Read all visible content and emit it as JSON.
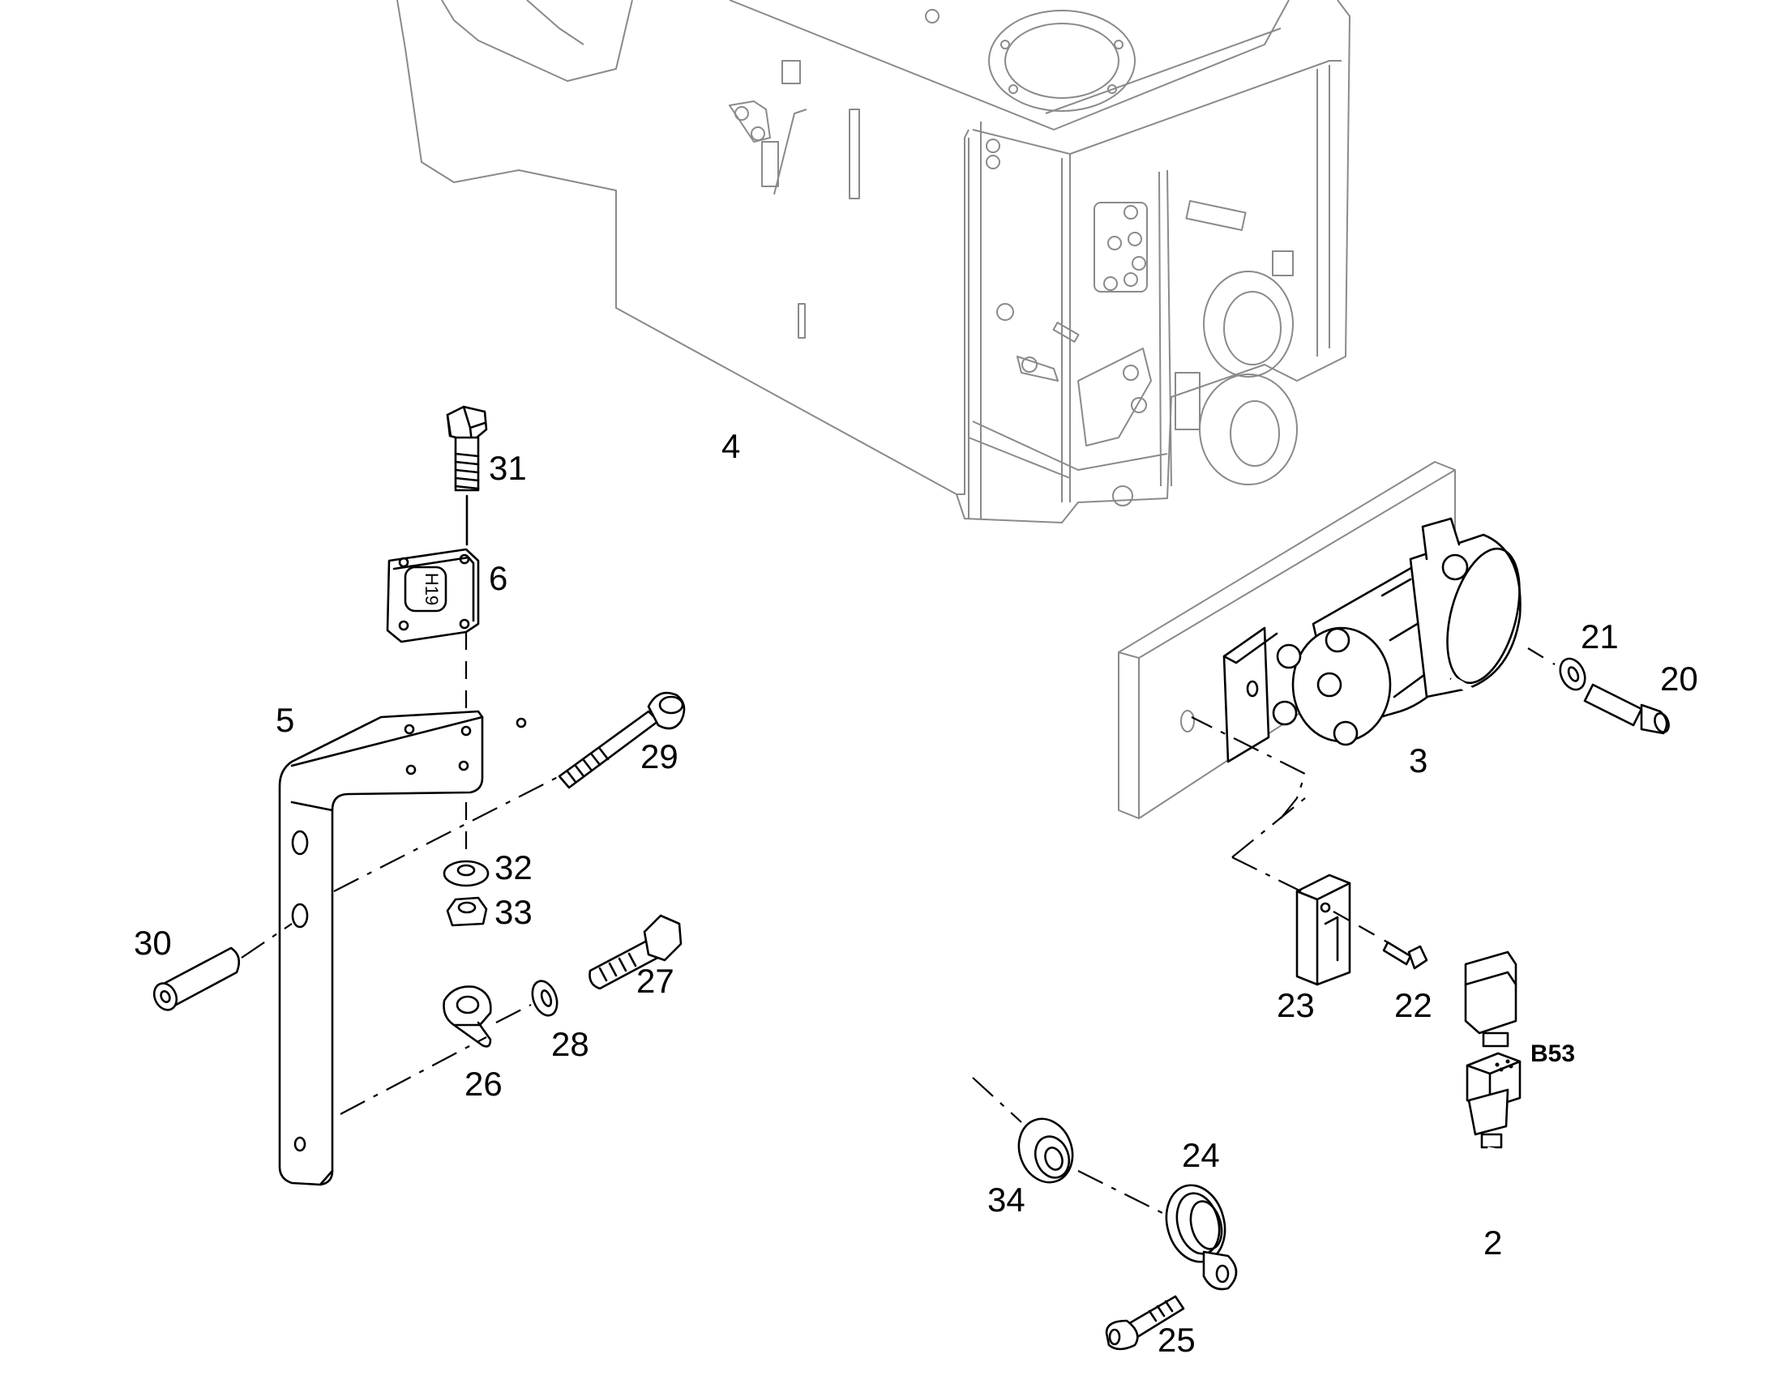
{
  "diagram": {
    "part_labels": {
      "p2": "2",
      "p3": "3",
      "p4": "4",
      "p5": "5",
      "p6": "6",
      "p20": "20",
      "p21": "21",
      "p22": "22",
      "p23": "23",
      "p24": "24",
      "p25": "25",
      "p26": "26",
      "p27": "27",
      "p28": "28",
      "p29": "29",
      "p30": "30",
      "p31": "31",
      "p32": "32",
      "p33": "33",
      "p34": "34"
    },
    "connector_label": "B53",
    "plate_marking": "H19"
  },
  "colors": {
    "line": "#000000",
    "frame_line": "#8a8a8a",
    "background": "#ffffff"
  }
}
